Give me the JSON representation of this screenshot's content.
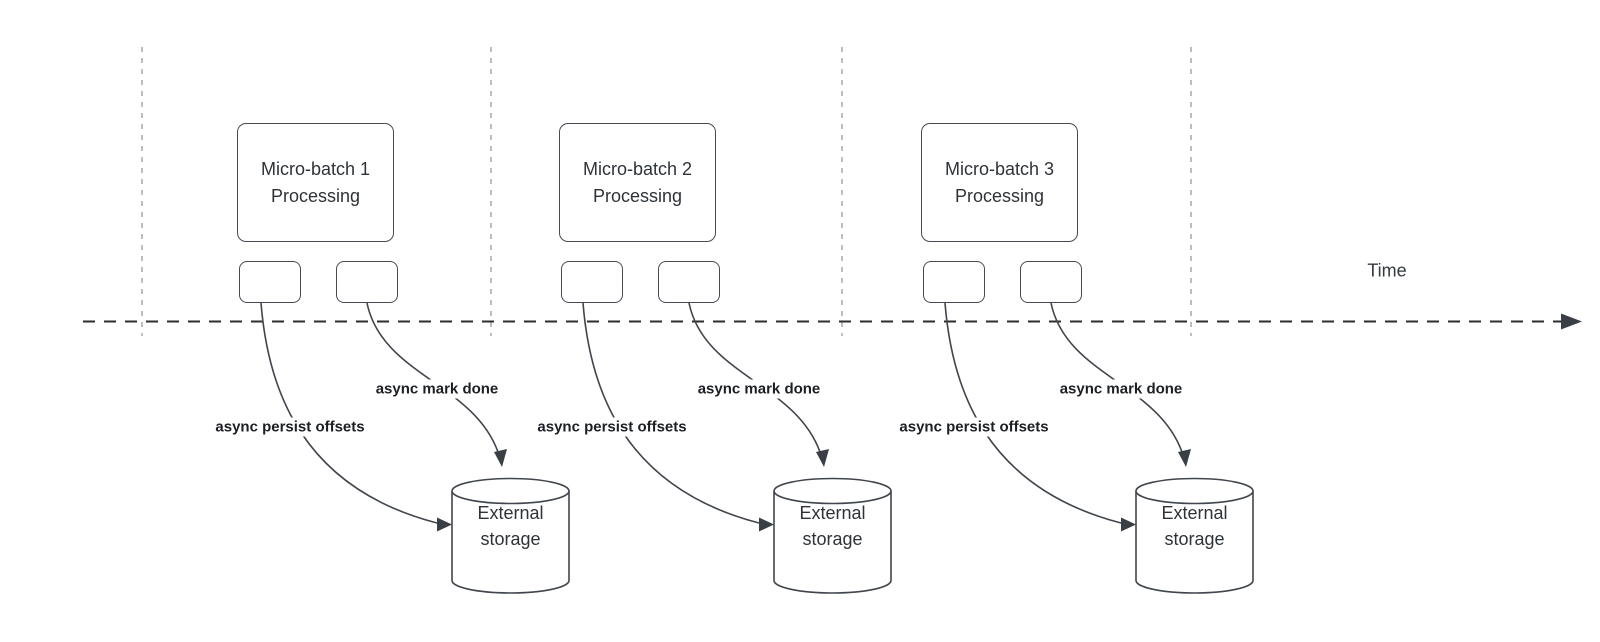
{
  "diagram": {
    "title_hint": "Micro-batch processing timeline with async persistence",
    "colors": {
      "shape_stroke": "#464b52",
      "connector_stroke": "#41464d",
      "guide_dashed": "#a3a7ad",
      "timeline_stroke": "#2d2d2d",
      "text_dark": "#2e3338",
      "label_bold": "#1c1f24",
      "background": "#ffffff"
    },
    "time_axis": {
      "label": "Time"
    },
    "sections": [
      {
        "processing_label": "Micro-batch 1\nProcessing",
        "persist_label": "async persist offsets",
        "mark_label": "async mark done",
        "storage_label": "External\nstorage"
      },
      {
        "processing_label": "Micro-batch 2\nProcessing",
        "persist_label": "async persist offsets",
        "mark_label": "async mark done",
        "storage_label": "External\nstorage"
      },
      {
        "processing_label": "Micro-batch 3\nProcessing",
        "persist_label": "async persist offsets",
        "mark_label": "async mark done",
        "storage_label": "External\nstorage"
      }
    ]
  }
}
